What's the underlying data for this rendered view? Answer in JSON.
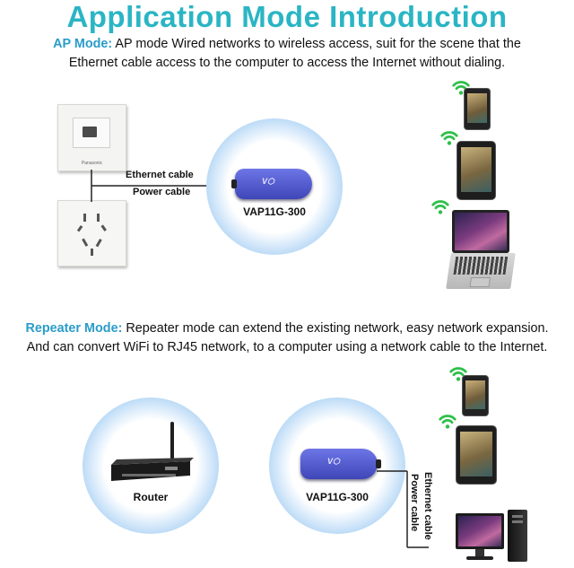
{
  "title": "Application Mode Introduction",
  "ap": {
    "label": "AP Mode:",
    "desc1": " AP mode Wired networks to wireless access, suit for the scene that the",
    "desc2": "Ethernet cable access to the computer to access the Internet without dialing.",
    "ethernet_label": "Ethernet cable",
    "power_label": "Power cable",
    "device_label": "VAP11G-300",
    "panel_brand": "Panasonic"
  },
  "repeater": {
    "label": "Repeater Mode:",
    "desc1": " Repeater mode can extend the existing network, easy network expansion.",
    "desc2": "And can convert WiFi to RJ45 network, to a computer using a network cable to the Internet.",
    "router_label": "Router",
    "device_label": "VAP11G-300",
    "ethernet_label": "Ethernet cable",
    "power_label": "Power cable"
  },
  "colors": {
    "title": "#2ab5c4",
    "highlight": "#2a9cc9",
    "wifi_icon": "#2fbf4a",
    "device": "#4a53c9"
  },
  "icons": {
    "wifi": "wifi-icon",
    "phone": "phone-icon",
    "tablet": "tablet-icon",
    "laptop": "laptop-icon",
    "desktop": "desktop-icon"
  }
}
